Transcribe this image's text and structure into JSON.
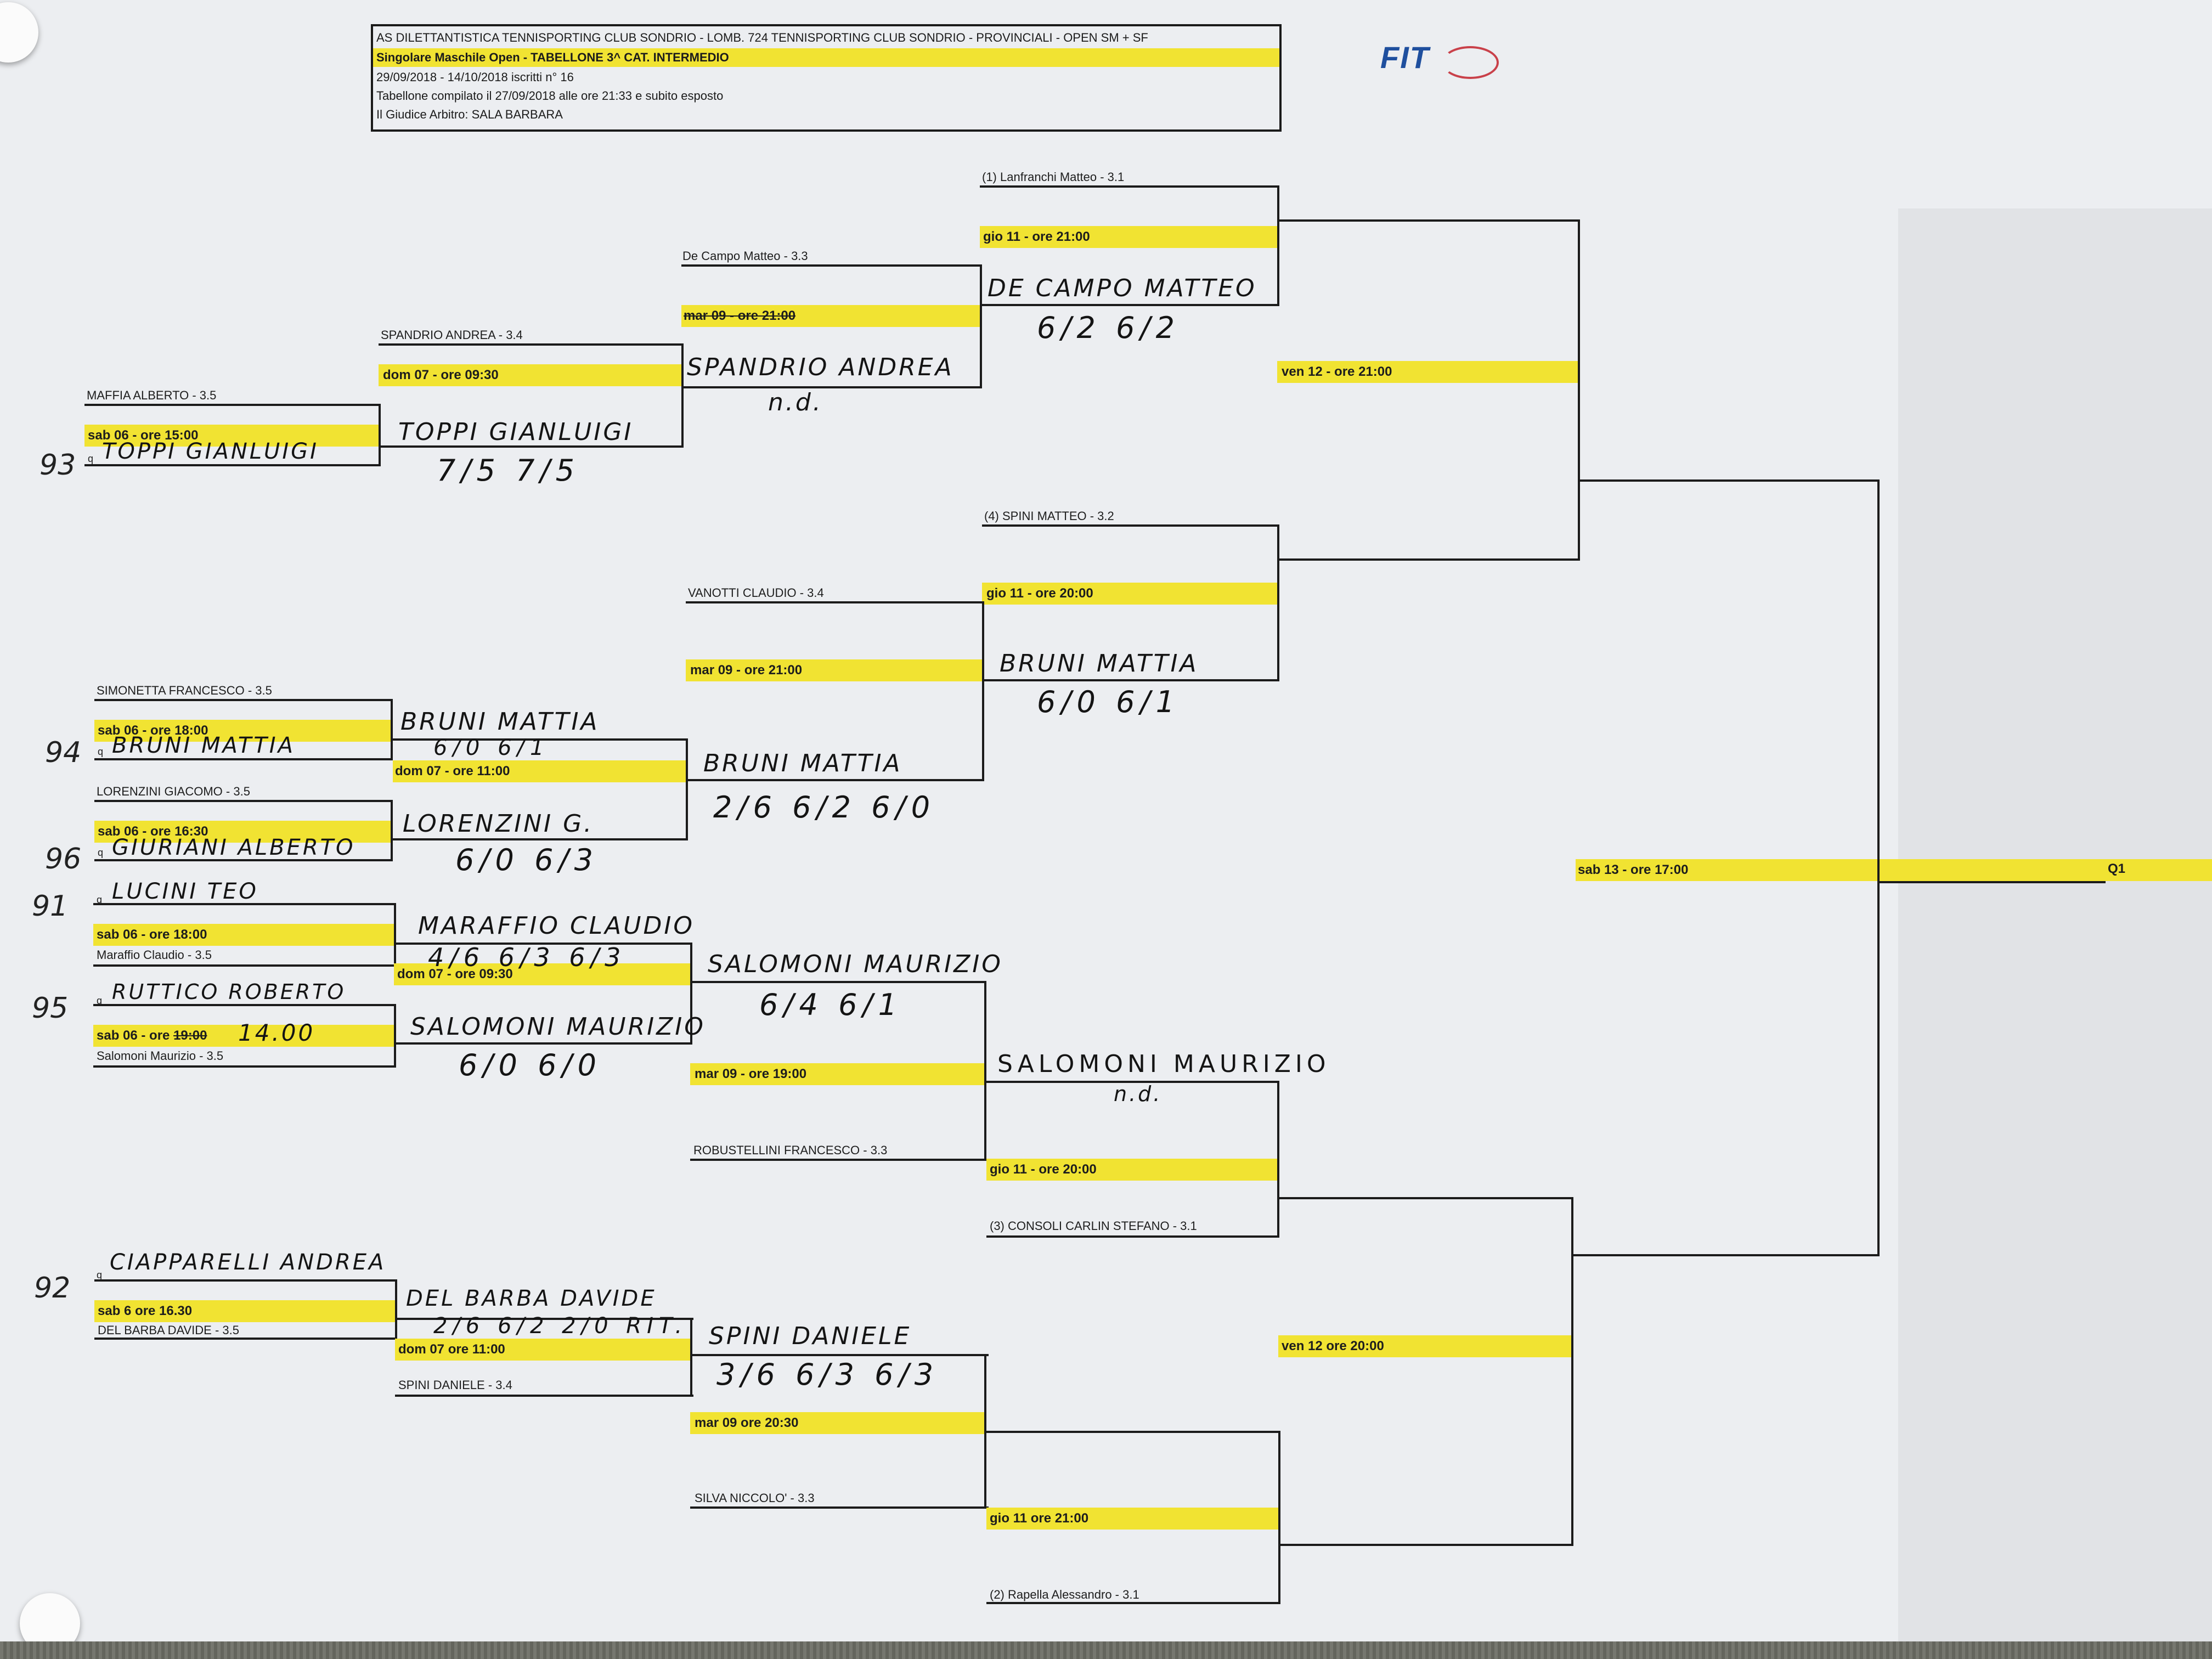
{
  "header": {
    "line1": "AS DILETTANTISTICA TENNISPORTING CLUB SONDRIO - LOMB. 724 TENNISPORTING CLUB SONDRIO - PROVINCIALI - OPEN SM + SF",
    "line2": "Singolare Maschile Open - TABELLONE 3^ CAT. INTERMEDIO",
    "line3": "29/09/2018 - 14/10/2018   iscritti n° 16",
    "line4": "Tabellone compilato il 27/09/2018 alle ore 21:33 e subito esposto",
    "line5": "Il Giudice Arbitro: SALA BARBARA"
  },
  "logo": {
    "text": "FIT"
  },
  "seeds": {
    "s1": "(1) Lanfranchi Matteo - 3.1",
    "s4": "(4) SPINI MATTEO - 3.2",
    "s3": "(3) CONSOLI CARLIN STEFANO - 3.1",
    "s2": "(2) Rapella Alessandro - 3.1"
  },
  "players": {
    "decampo": "De Campo Matteo - 3.3",
    "spandrio": "SPANDRIO ANDREA - 3.4",
    "maffia": "MAFFIA ALBERTO - 3.5",
    "vanotti": "VANOTTI CLAUDIO - 3.4",
    "simonetta": "SIMONETTA FRANCESCO - 3.5",
    "lorenzini": "LORENZINI GIACOMO - 3.5",
    "maraffio": "Maraffio Claudio - 3.5",
    "salomoni": "Salomoni Maurizio - 3.5",
    "robustellini": "ROBUSTELLINI FRANCESCO - 3.3",
    "delbarba": "DEL BARBA DAVIDE - 3.5",
    "spinid": "SPINI DANIELE - 3.4",
    "silva": "SILVA NICCOLO' - 3.3",
    "q": "q"
  },
  "schedule": {
    "r1a": "sab 06 - ore 15:00",
    "r1b": "sab 06 - ore 18:00",
    "r1c": "sab 06 - ore 16:30",
    "r1d": "sab 06 - ore 18:00",
    "r1e_pre": "sab 06 - ore",
    "r1e_struck": "19:00",
    "r1f": "sab 6 ore 16.30",
    "r2a": "dom 07 - ore 09:30",
    "r2b": "dom 07 - ore 11:00",
    "r2c": "dom 07 - ore 09:30",
    "r2d": "dom 07 ore 11:00",
    "r3a_struck": "mar 09 - ore 21:00",
    "r3b": "mar 09 - ore 21:00",
    "r3c": "mar 09 - ore 19:00",
    "r3d": "mar 09 ore 20:30",
    "qf1": "gio 11 - ore 21:00",
    "qf2": "gio 11 - ore 20:00",
    "qf3": "gio 11 - ore 20:00",
    "qf4": "gio 11 ore 21:00",
    "sf1": "ven 12 - ore 21:00",
    "sf2": "ven 12 ore 20:00",
    "final": "sab 13 - ore 17:00",
    "q1": "Q1"
  },
  "handwritten": {
    "toppi1": "TOPPI GIANLUIGI",
    "toppi2": "TOPPI GIANLUIGI",
    "toppi_score": "7/5  7/5",
    "spandrio": "SPANDRIO ANDREA",
    "spandrio_note": "n.d.",
    "decampo": "DE CAMPO MATTEO",
    "decampo_score": "6/2  6/2",
    "bruni1": "BRUNI MATTIA",
    "bruni2": "BRUNI MATTIA",
    "bruni2_score": "6/0  6/1",
    "giuriani": "GIURIANI ALBERTO",
    "lorenzini": "LORENZINI G.",
    "lorenzini_score": "6/0  6/3",
    "bruni3": "BRUNI MATTIA",
    "bruni3_score": "2/6  6/2  6/0",
    "bruni4": "BRUNI MATTIA",
    "bruni4_score": "6/0  6/1",
    "lucini": "LUCINI TEO",
    "maraffio": "MARAFFIO CLAUDIO",
    "maraffio_score": "4/6  6/3  6/3",
    "ruttico": "RUTTICO ROBERTO",
    "time_note": "14.00",
    "salomoni1": "SALOMONI MAURIZIO",
    "salomoni1_score": "6/0  6/0",
    "salomoni2": "SALOMONI MAURIZIO",
    "salomoni2_score": "6/4  6/1",
    "salomoni3": "SALOMONI MAURIZIO",
    "salomoni3_note": "n.d.",
    "ciapparelli": "CIAPPARELLI ANDREA",
    "delbarba": "DEL BARBA DAVIDE",
    "delbarba_score": "2/6  6/2  2/0 RIT.",
    "spinid": "SPINI DANIELE",
    "spinid_score": "3/6  6/3  6/3"
  },
  "match_numbers": {
    "m93": "93",
    "m94": "94",
    "m96": "96",
    "m91": "91",
    "m95": "95",
    "m92": "92"
  }
}
